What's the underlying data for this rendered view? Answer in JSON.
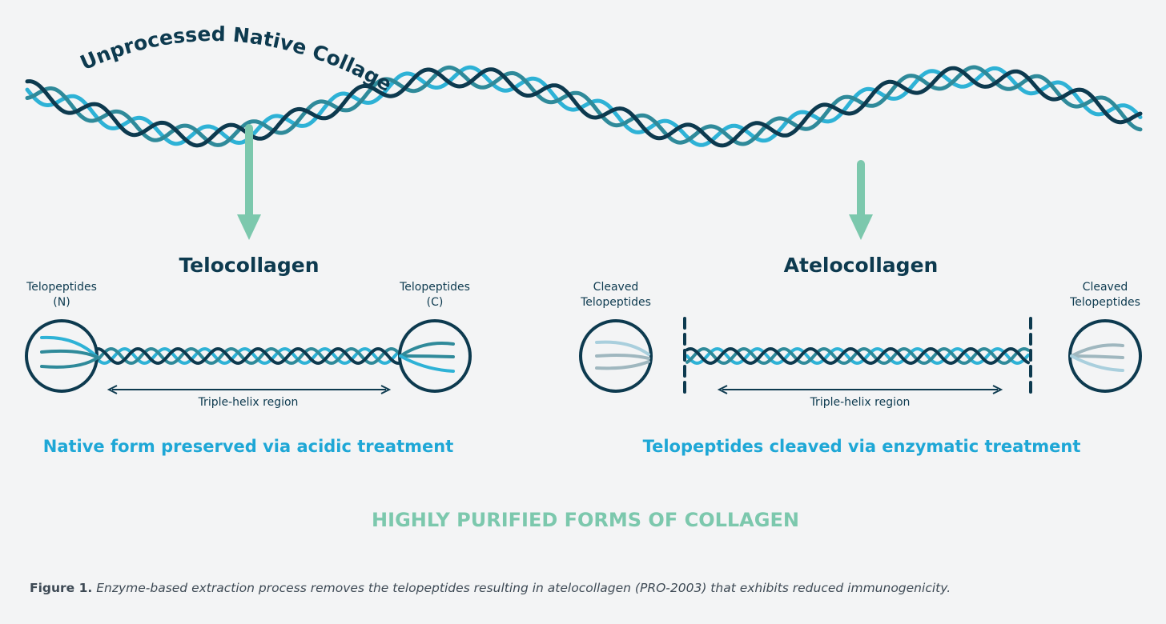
{
  "colors": {
    "background": "#f3f4f5",
    "dark_strand": "#0d3a4f",
    "mid_strand": "#2f8a9a",
    "light_strand": "#2eb2d6",
    "arrow": "#7cc8ad",
    "accent_text": "#1ea7d6",
    "navy_text": "#0d3a4f",
    "summary_text": "#7cc8ad",
    "faded_strand_1": "#a9cfdd",
    "faded_strand_2": "#9fb7bf"
  },
  "top": {
    "title": "Unprocessed Native Collagen"
  },
  "left_panel": {
    "title": "Telocollagen",
    "n_label_line1": "Telopeptides",
    "n_label_line2": "(N)",
    "c_label_line1": "Telopeptides",
    "c_label_line2": "(C)",
    "region_label": "Triple-helix region",
    "treatment": "Native form preserved via acidic treatment"
  },
  "right_panel": {
    "title": "Atelocollagen",
    "left_label_line1": "Cleaved",
    "left_label_line2": "Telopeptides",
    "right_label_line1": "Cleaved",
    "right_label_line2": "Telopeptides",
    "region_label": "Triple-helix region",
    "treatment": "Telopeptides cleaved via enzymatic treatment"
  },
  "summary": "HIGHLY PURIFIED FORMS OF COLLAGEN",
  "caption": {
    "label": "Figure 1.",
    "text": "Enzyme-based extraction process removes the telopeptides resulting in atelocollagen (PRO-2003) that exhibits reduced immunogenicity."
  }
}
